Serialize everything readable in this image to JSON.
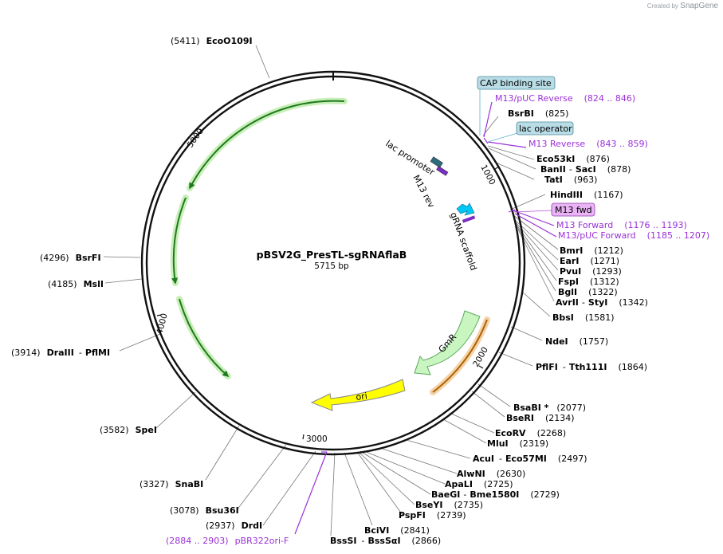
{
  "branding": {
    "created_by": "Created by",
    "logo_text": "SnapGene"
  },
  "plasmid": {
    "name": "pBSV2G_PresTL-sgRNAflaB",
    "size": "5715 bp"
  },
  "ticks": [
    "1000",
    "2000",
    "3000",
    "4000",
    "5000"
  ],
  "features": {
    "cap": "CAP binding site",
    "lacop": "lac operator",
    "m13fwd": "M13 fwd",
    "lacpromoter": "lac promoter",
    "m13rev": "M13 rev",
    "grna": "gRNA scaffold",
    "gmr": "GmR",
    "ori": "ori"
  },
  "primers": [
    {
      "name": "M13/pUC Reverse",
      "range": "(824 .. 846)"
    },
    {
      "name": "M13 Reverse",
      "range": "(843 .. 859)"
    },
    {
      "name": "M13 Forward",
      "range": "(1176 .. 1193)"
    },
    {
      "name": "M13/pUC Forward",
      "range": "(1185 .. 1207)"
    },
    {
      "name": "pBR322ori-F",
      "range": "(2884 .. 2903)"
    }
  ],
  "sites": [
    {
      "name": "EcoO109I",
      "pos": "(5411)"
    },
    {
      "name": "BsrBI",
      "pos": "(825)"
    },
    {
      "name": "Eco53kI",
      "pos": "(876)"
    },
    {
      "name": "BanII",
      "name2": "SacI",
      "pos": "(878)"
    },
    {
      "name": "TatI",
      "pos": "(963)"
    },
    {
      "name": "HindIII",
      "pos": "(1167)"
    },
    {
      "name": "BmrI",
      "pos": "(1212)"
    },
    {
      "name": "EarI",
      "pos": "(1271)"
    },
    {
      "name": "PvuI",
      "pos": "(1293)"
    },
    {
      "name": "FspI",
      "pos": "(1312)"
    },
    {
      "name": "BglI",
      "pos": "(1322)"
    },
    {
      "name": "AvrII",
      "name2": "StyI",
      "pos": "(1342)"
    },
    {
      "name": "BbsI",
      "pos": "(1581)"
    },
    {
      "name": "NdeI",
      "pos": "(1757)"
    },
    {
      "name": "PflFI",
      "name2": "Tth111I",
      "pos": "(1864)"
    },
    {
      "name": "BsaBI *",
      "pos": "(2077)"
    },
    {
      "name": "BseRI",
      "pos": "(2134)"
    },
    {
      "name": "EcoRV",
      "pos": "(2268)"
    },
    {
      "name": "MluI",
      "pos": "(2319)"
    },
    {
      "name": "AcuI",
      "name2": "Eco57MI",
      "pos": "(2497)"
    },
    {
      "name": "AlwNI",
      "pos": "(2630)"
    },
    {
      "name": "ApaLI",
      "pos": "(2725)"
    },
    {
      "name": "BaeGI",
      "name2": "Bme1580I",
      "pos": "(2729)"
    },
    {
      "name": "BseYI",
      "pos": "(2735)"
    },
    {
      "name": "PspFI",
      "pos": "(2739)"
    },
    {
      "name": "BciVI",
      "pos": "(2841)"
    },
    {
      "name": "BssSI",
      "name2": "BssSαI",
      "pos": "(2866)"
    },
    {
      "name": "DrdI",
      "pos": "(2937)"
    },
    {
      "name": "Bsu36I",
      "pos": "(3078)"
    },
    {
      "name": "SnaBI",
      "pos": "(3327)"
    },
    {
      "name": "SpeI",
      "pos": "(3582)"
    },
    {
      "name": "DraIII",
      "name2": "PflMI",
      "pos": "(3914)"
    },
    {
      "name": "MslI",
      "pos": "(4185)"
    },
    {
      "name": "BsrFI",
      "pos": "(4296)"
    }
  ],
  "colors": {
    "backbone": "#111111",
    "orf": "#1f7a1f",
    "orf_glow": "#c8efb8",
    "gmr": "#c8f5c0",
    "ori": "#ffff00",
    "orange_orf": "#e5902c",
    "primer": "#9a30d9",
    "feature_box": "#b9dde6",
    "m13_box": "#e9b3f5"
  }
}
